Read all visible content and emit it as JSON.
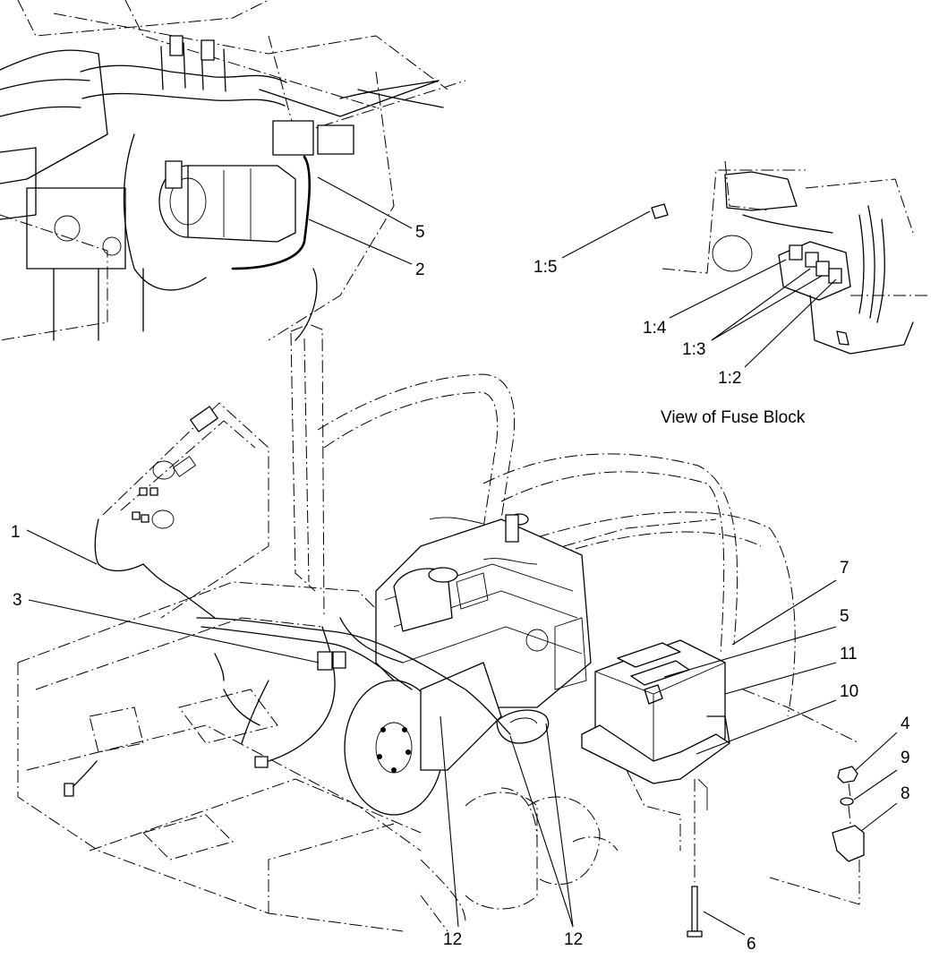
{
  "fuse_view": {
    "caption": "View of Fuse Block",
    "callouts": [
      "1:5",
      "1:4",
      "1:3",
      "1:2"
    ]
  },
  "inset_callouts": [
    "5",
    "2"
  ],
  "main_callouts": [
    "1",
    "3",
    "7",
    "5",
    "11",
    "10",
    "4",
    "9",
    "8",
    "12",
    "12",
    "6"
  ]
}
